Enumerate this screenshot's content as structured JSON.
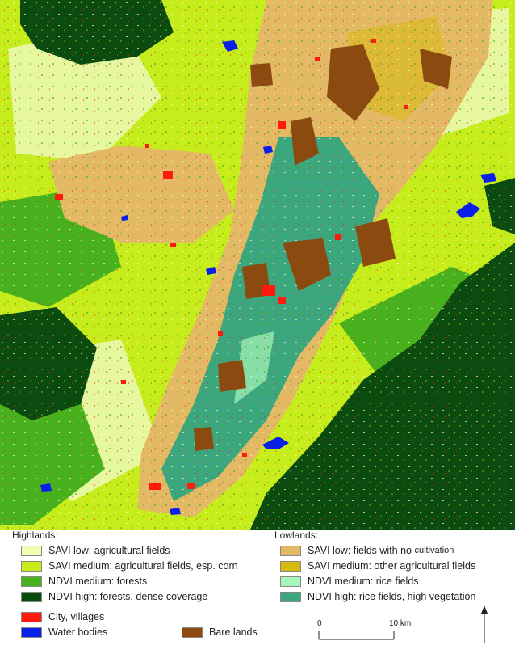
{
  "legend": {
    "highlands_title": "Highlands:",
    "lowlands_title": "Lowlands:",
    "highlands": [
      {
        "label": "SAVI low: agricultural fields",
        "color": "#f4fcb4"
      },
      {
        "label": "SAVI medium: agricultural fields, esp. corn",
        "color": "#c6ec1c"
      },
      {
        "label": "NDVI medium: forests",
        "color": "#49b11d"
      },
      {
        "label": "NDVI high: forests, dense coverage",
        "color": "#0b4b0f"
      }
    ],
    "lowlands": [
      {
        "label": "SAVI low: fields with no ",
        "label_small": "cultivation",
        "color": "#e4b966"
      },
      {
        "label": "SAVI medium: other agricultural fields",
        "color": "#d6ba11"
      },
      {
        "label": "NDVI medium: rice fields",
        "color": "#a7f5b8"
      },
      {
        "label": "NDVI high: rice fields, high vegetation",
        "color": "#3ca77f"
      }
    ],
    "other": [
      {
        "label": "City, villages",
        "color": "#ff1a0e"
      },
      {
        "label": "Water bodies",
        "color": "#0a1fe8"
      },
      {
        "label": "Bare lands",
        "color": "#8b4a10"
      }
    ]
  },
  "scale": {
    "start": "0",
    "end": "10",
    "unit": "km"
  }
}
